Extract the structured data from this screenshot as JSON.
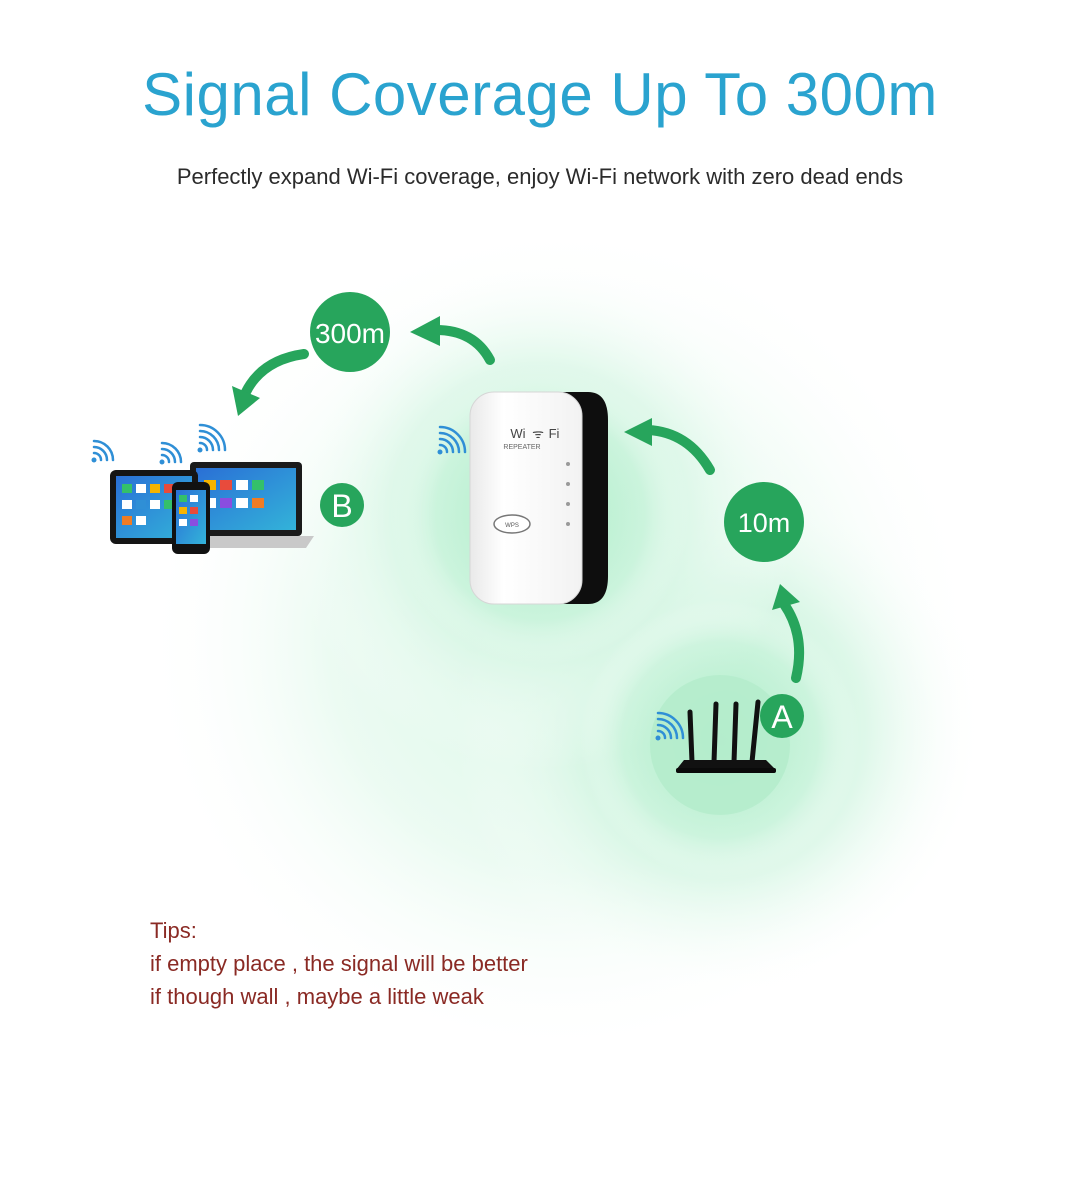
{
  "header": {
    "title": "Signal Coverage Up To 300m",
    "subtitle": "Perfectly expand Wi-Fi coverage, enjoy Wi-Fi network with zero dead ends"
  },
  "diagram": {
    "points": {
      "router": "A",
      "devices": "B"
    },
    "distances": {
      "router_to_repeater": "10m",
      "repeater_to_devices": "300m"
    },
    "repeater": {
      "brand_left": "Wi",
      "brand_right": "Fi",
      "model": "REPEATER",
      "button": "WPS"
    },
    "icons": [
      "wifi-icon",
      "router-icon",
      "repeater-icon",
      "laptop-icon",
      "tablet-icon",
      "phone-icon",
      "arrow-icon"
    ],
    "colors": {
      "accent_green": "#27a55c",
      "glow_green": "#c9f2dc",
      "title_blue": "#2aa3cf",
      "wifi_blue": "#2f8fd6",
      "tips_red": "#8a2a24"
    }
  },
  "tips": {
    "heading": "Tips:",
    "line1": "if empty place , the signal will be better",
    "line2": "if though wall , maybe a little weak"
  }
}
